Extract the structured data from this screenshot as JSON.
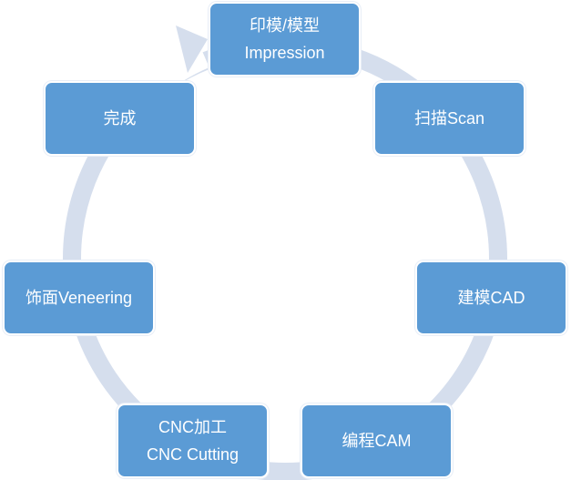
{
  "steps": [
    {
      "id": "impression",
      "lines": [
        "印模/模型",
        "Impression"
      ]
    },
    {
      "id": "scan",
      "lines": [
        "扫描Scan"
      ]
    },
    {
      "id": "cad",
      "lines": [
        "建模CAD"
      ]
    },
    {
      "id": "cam",
      "lines": [
        "编程CAM"
      ]
    },
    {
      "id": "cnc",
      "lines": [
        "CNC加工",
        "CNC Cutting"
      ]
    },
    {
      "id": "veneering",
      "lines": [
        "饰面Veneering"
      ]
    },
    {
      "id": "done",
      "lines": [
        "完成"
      ]
    }
  ],
  "colors": {
    "box_fill": "#5b9bd5",
    "box_text": "#ffffff",
    "ring": "#d5deed"
  }
}
